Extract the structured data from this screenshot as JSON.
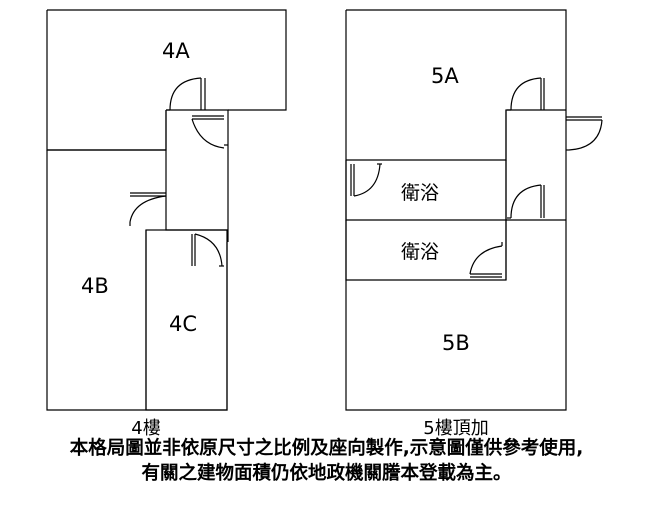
{
  "floor4": {
    "rooms": [
      "4A",
      "4B",
      "4C"
    ],
    "caption": "4樓"
  },
  "floor5": {
    "rooms": [
      "5A",
      "5B"
    ],
    "bath_labels": [
      "衛浴",
      "衛浴"
    ],
    "caption": "5樓頂加"
  },
  "notes": [
    "本格局圖並非依原尺寸之比例及座向製作,示意圖僅供參考使用,",
    "有關之建物面積仍依地政機關謄本登載為主。"
  ]
}
